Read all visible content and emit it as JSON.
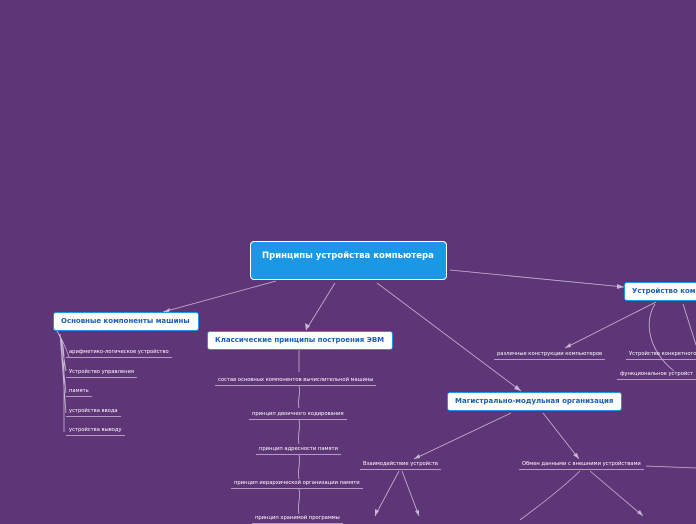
{
  "root": {
    "title": "Принципы устройства компьютера"
  },
  "topics": {
    "main_components": "Основные компоненты машины",
    "classic_principles": "Классические принципы построения ЭВМ",
    "bus_modular": "Магистрально-модульная организация",
    "computer_structure": "Устройство компь"
  },
  "main_components_items": [
    "арифметико-логическое устройство",
    "Устройство управления",
    "память",
    "устройства ввода",
    "устройства выводу"
  ],
  "classic_principles_items": [
    "состав основных компонентов вычислительной машины",
    "принцип двоичного кодирования",
    "принцип адресности памяти",
    "принцип иерархической организации памяти",
    "принцип хранимой программы"
  ],
  "bus_modular_items": {
    "devices_interaction": "Взаимодействие устройств",
    "data_exchange": "Обмен данными с внешними устройствами"
  },
  "computer_structure_items": {
    "designs": "различные конструкции компьютеров",
    "specific": "Устройство конкретного",
    "functional": "функциональное устройст"
  }
}
